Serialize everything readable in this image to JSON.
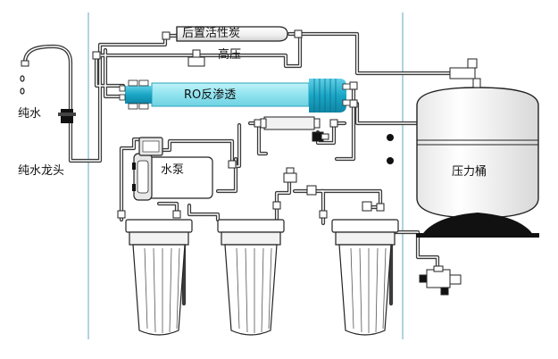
{
  "labels": {
    "post_carbon": "后置活性炭",
    "high_pressure": "高压",
    "ro_membrane": "RO反渗透",
    "pure_water": "纯水",
    "pure_water_faucet": "纯水龙头",
    "water_pump": "水泵",
    "pressure_tank": "压力桶"
  },
  "colors": {
    "pipe": "#3a3a3a",
    "pipe_fill": "#ffffff",
    "housing": "#ffffff",
    "housing_stroke": "#222222",
    "ro_main": "#8fe3ef",
    "ro_end": "#27b8d4",
    "tank_fill": "#ffffff",
    "tank_base": "#111111",
    "cabinet_line": "#5aa9c8",
    "background": "#ffffff"
  },
  "icons": [
    "faucet-icon",
    "pump-icon",
    "valve-icon",
    "drain-valve-icon"
  ]
}
